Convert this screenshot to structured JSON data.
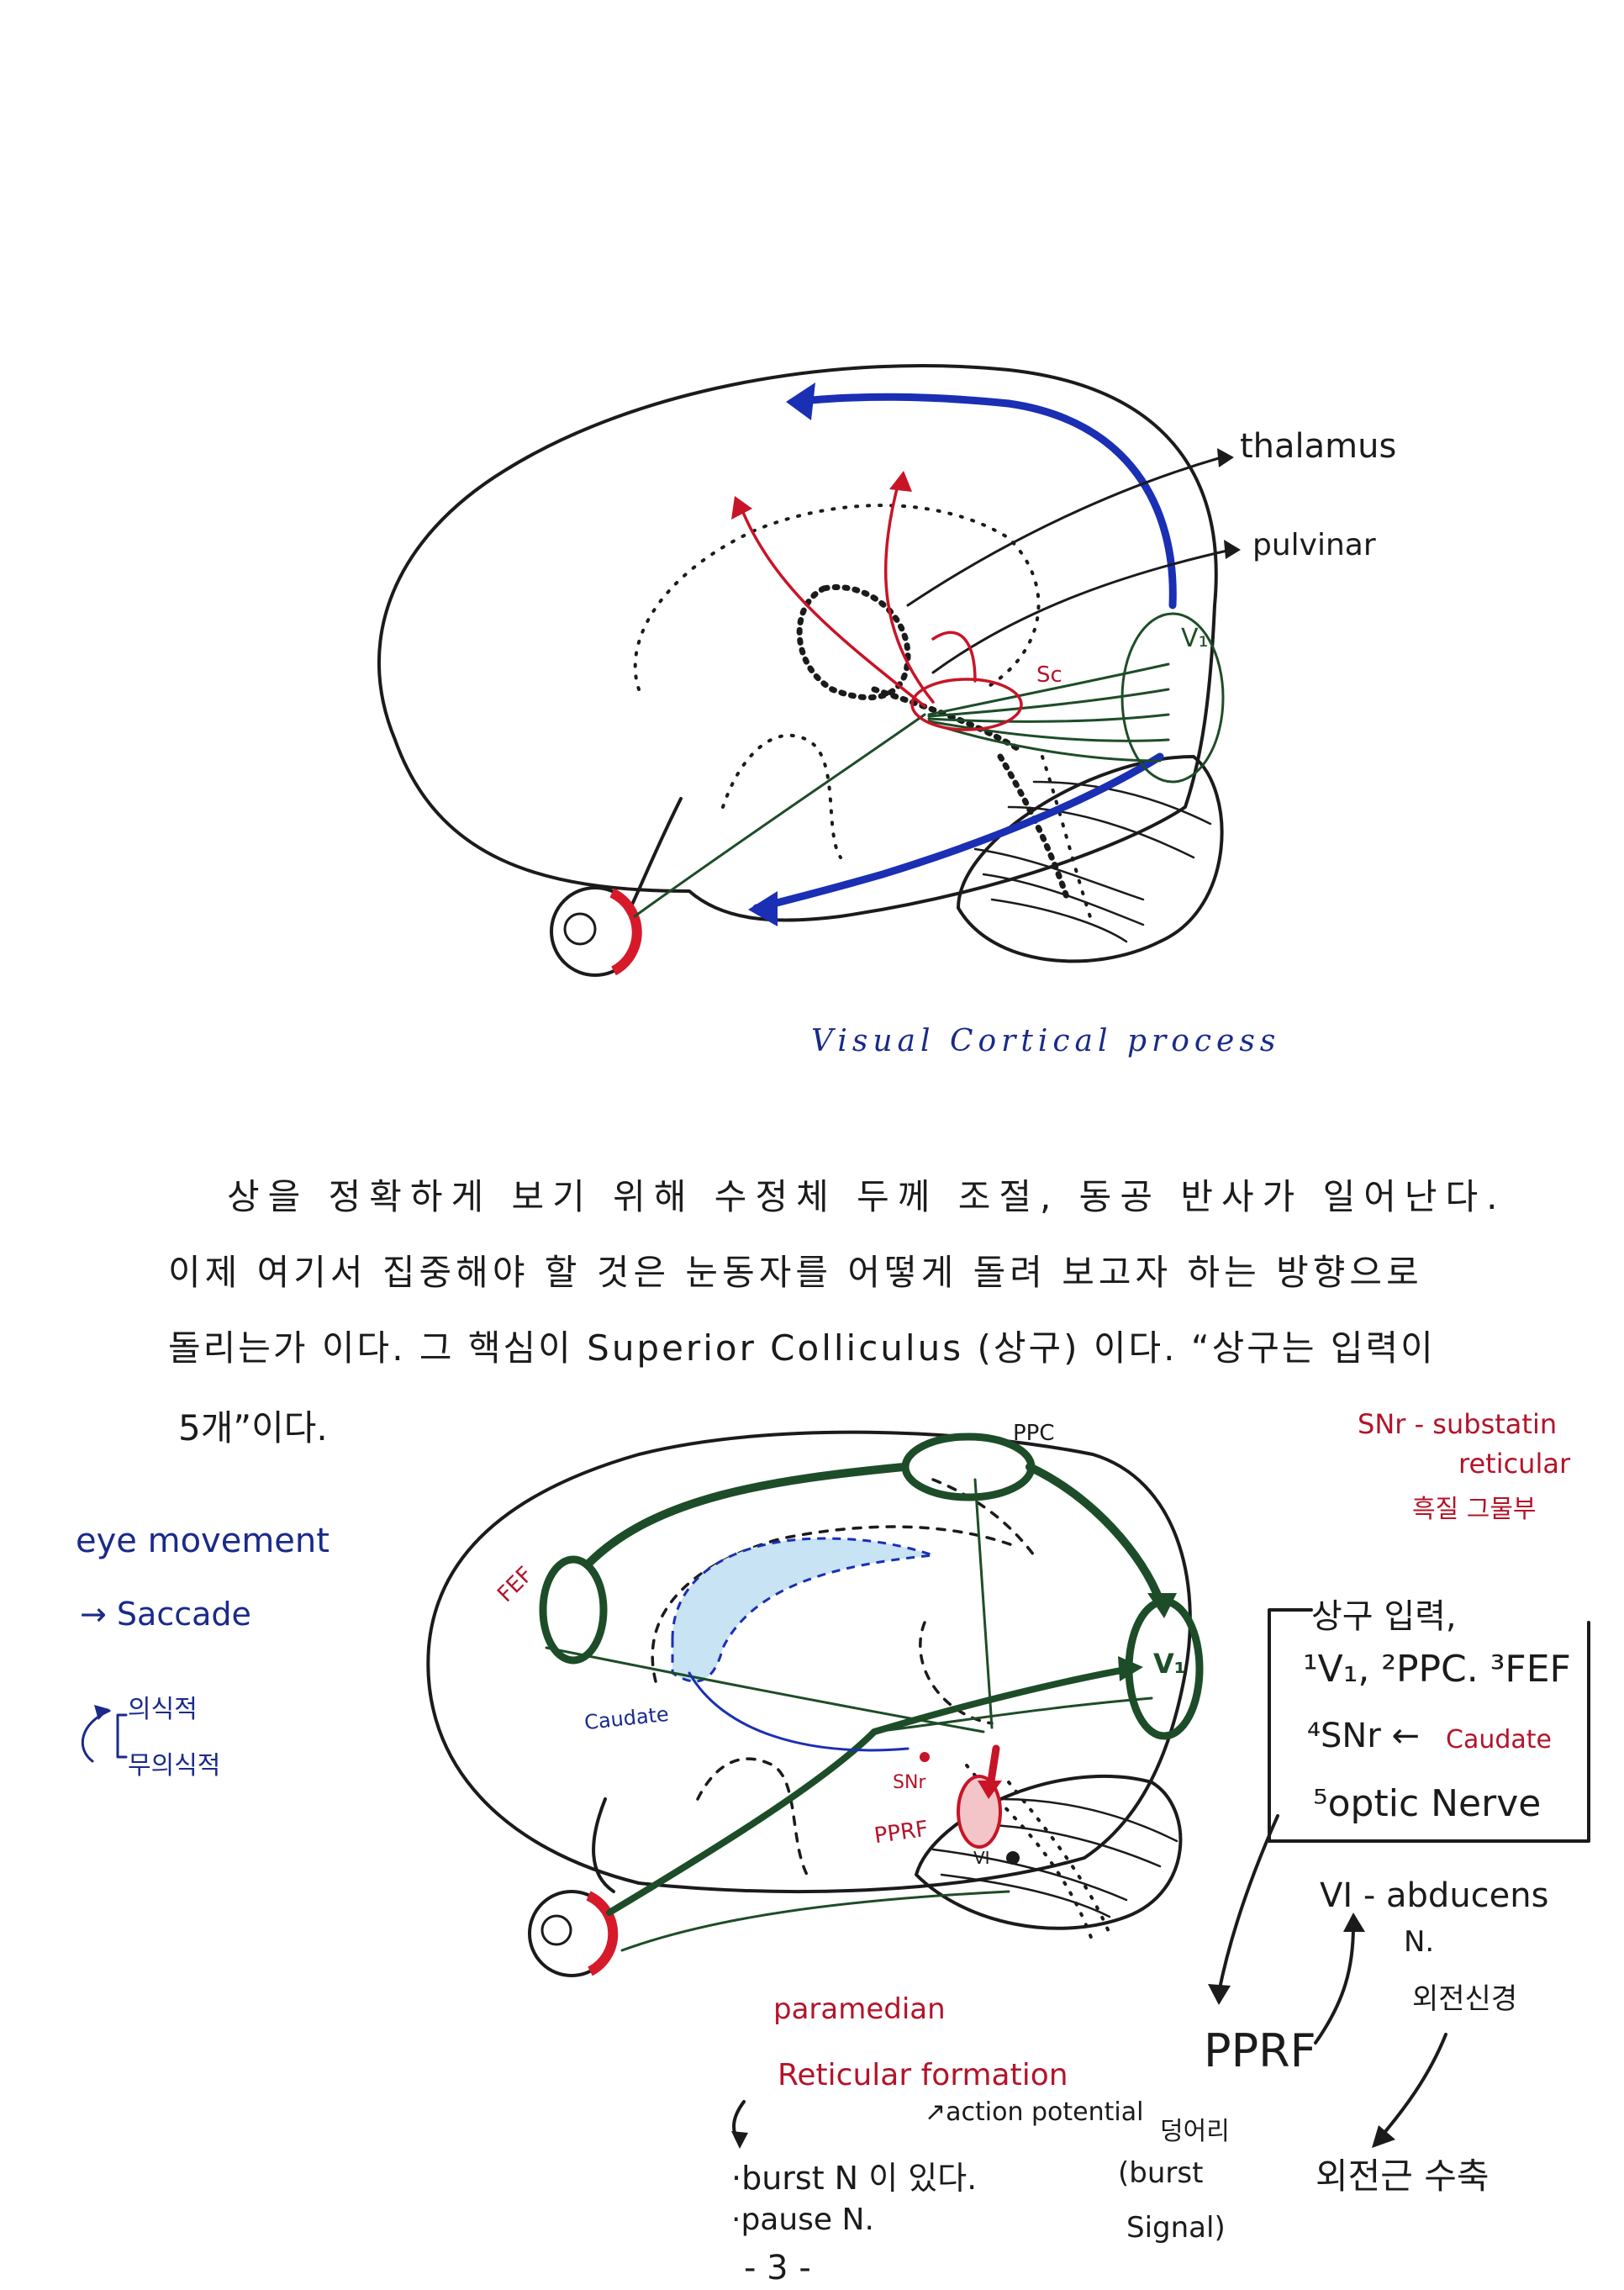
{
  "diagram1": {
    "labels": {
      "thalamus": "thalamus",
      "pulvinar": "pulvinar",
      "v1": "V₁",
      "sc": "Sc"
    },
    "caption": "Visual Cortical process"
  },
  "paragraph": {
    "line1": "상을 정확하게 보기 위해 수정체 두께 조절, 동공 반사가 일어난다.",
    "line2": "이제 여기서 집중해야 할 것은 눈동자를 어떻게 돌려 보고자 하는 방향으로",
    "line3": "돌리는가 이다. 그 핵심이 Superior Colliculus (상구) 이다. “상구는 입력이",
    "line4": "5개”이다."
  },
  "diagram2": {
    "labels": {
      "ppc": "PPC",
      "fef": "FEF",
      "v1": "V₁",
      "caudate": "Caudate",
      "snr": "SNr",
      "pprf": "PPRF",
      "vi": "VI"
    }
  },
  "snr_note": {
    "line1": "SNr - substatin",
    "line2": "reticular",
    "line3": "흑질 그물부"
  },
  "eye_movement": {
    "title": "eye movement",
    "saccade": "→ Saccade",
    "conscious": "의식적",
    "unconscious": "무의식적"
  },
  "inputs_box": {
    "title": "상구 입력,",
    "line1": "¹V₁, ²PPC. ³FEF",
    "line2": "⁴SNr ←",
    "line2_caudate": "Caudate",
    "line3": "⁵optic Nerve"
  },
  "abducens": {
    "line1": "VI - abducens",
    "line2": "N.",
    "line3": "외전신경",
    "result": "외전근 수축"
  },
  "pprf_node": "PPRF",
  "paramedian": {
    "line1": "paramedian",
    "line2": "Reticular formation",
    "action": "↗action potential",
    "dungeori": "덩어리",
    "burst_signal_1": "(burst",
    "burst_signal_2": "Signal)",
    "item1": "·burst N 이 있다.",
    "item2": "·pause N."
  },
  "page_number": "- 3 -"
}
